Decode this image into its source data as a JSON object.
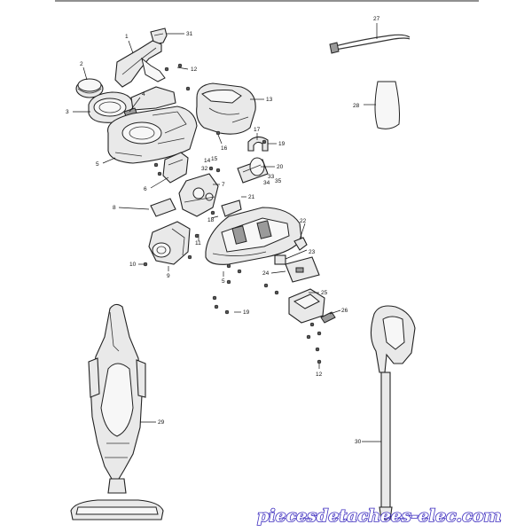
{
  "diagram": {
    "callouts": [
      {
        "id": "31",
        "label": "31"
      },
      {
        "id": "1",
        "label": "1"
      },
      {
        "id": "27",
        "label": "27"
      },
      {
        "id": "2",
        "label": "2"
      },
      {
        "id": "12a",
        "label": "12"
      },
      {
        "id": "28",
        "label": "28"
      },
      {
        "id": "3",
        "label": "3"
      },
      {
        "id": "4",
        "label": "4"
      },
      {
        "id": "13",
        "label": "13"
      },
      {
        "id": "17",
        "label": "17"
      },
      {
        "id": "16",
        "label": "16"
      },
      {
        "id": "19a",
        "label": "19"
      },
      {
        "id": "5a",
        "label": "5"
      },
      {
        "id": "14",
        "label": "14"
      },
      {
        "id": "15",
        "label": "15"
      },
      {
        "id": "20",
        "label": "20"
      },
      {
        "id": "32",
        "label": "32"
      },
      {
        "id": "33",
        "label": "33"
      },
      {
        "id": "6",
        "label": "6"
      },
      {
        "id": "7",
        "label": "7"
      },
      {
        "id": "34",
        "label": "34"
      },
      {
        "id": "35",
        "label": "35"
      },
      {
        "id": "21",
        "label": "21"
      },
      {
        "id": "8",
        "label": "8"
      },
      {
        "id": "18",
        "label": "18"
      },
      {
        "id": "22",
        "label": "22"
      },
      {
        "id": "11",
        "label": "11"
      },
      {
        "id": "23",
        "label": "23"
      },
      {
        "id": "10",
        "label": "10"
      },
      {
        "id": "9",
        "label": "9"
      },
      {
        "id": "24",
        "label": "24"
      },
      {
        "id": "5b",
        "label": "5"
      },
      {
        "id": "25",
        "label": "25"
      },
      {
        "id": "19b",
        "label": "19"
      },
      {
        "id": "26",
        "label": "26"
      },
      {
        "id": "12b",
        "label": "12"
      },
      {
        "id": "29",
        "label": "29"
      },
      {
        "id": "30",
        "label": "30"
      }
    ]
  },
  "watermark": {
    "text": "piecesdetachees-elec.com",
    "color": "#3b2bbf"
  },
  "colors": {
    "line": "#222222",
    "part_fill": "#e9e9e9",
    "background": "#ffffff"
  }
}
